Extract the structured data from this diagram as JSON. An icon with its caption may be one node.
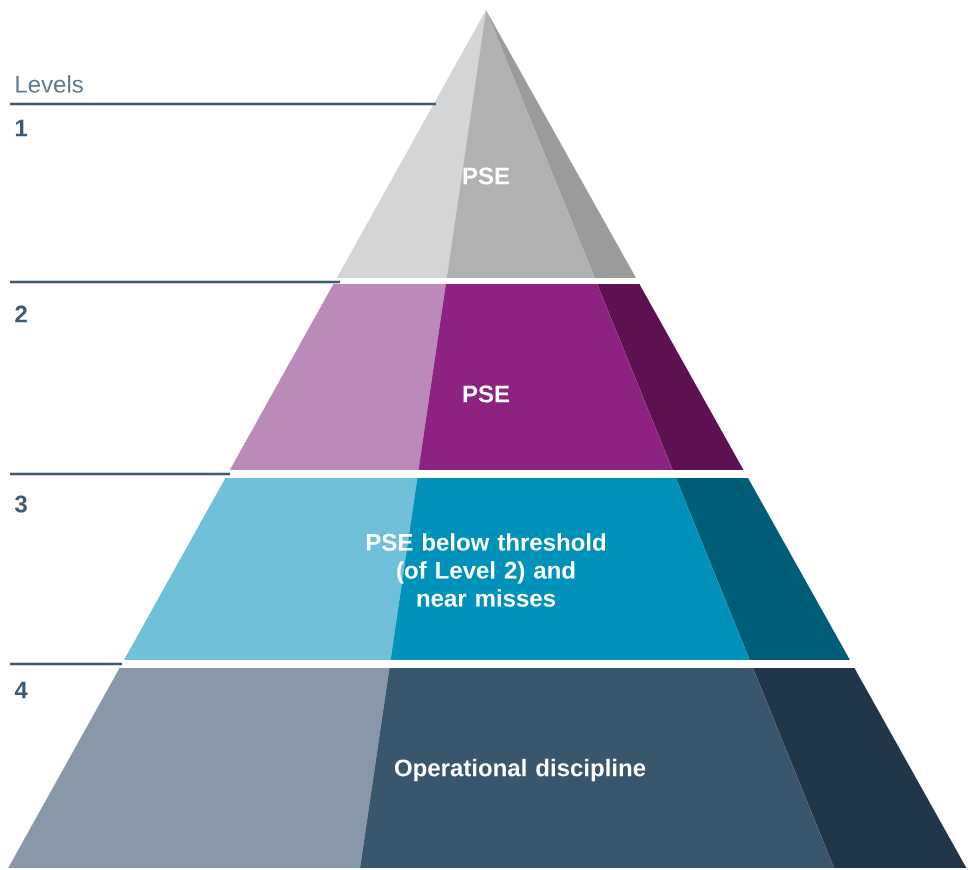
{
  "diagram": {
    "nodes": [
      {
        "text": [
          "PSE"
        ]
      },
      {
        "text": [
          "PSE"
        ]
      },
      {
        "text": [
          "PSE below threshold (of Level 2) and near misses"
        ]
      },
      {
        "text": [
          "Operational discipline"
        ]
      }
    ],
    "labels": [
      "Levels",
      "1",
      "2",
      "3",
      "4"
    ]
  }
}
